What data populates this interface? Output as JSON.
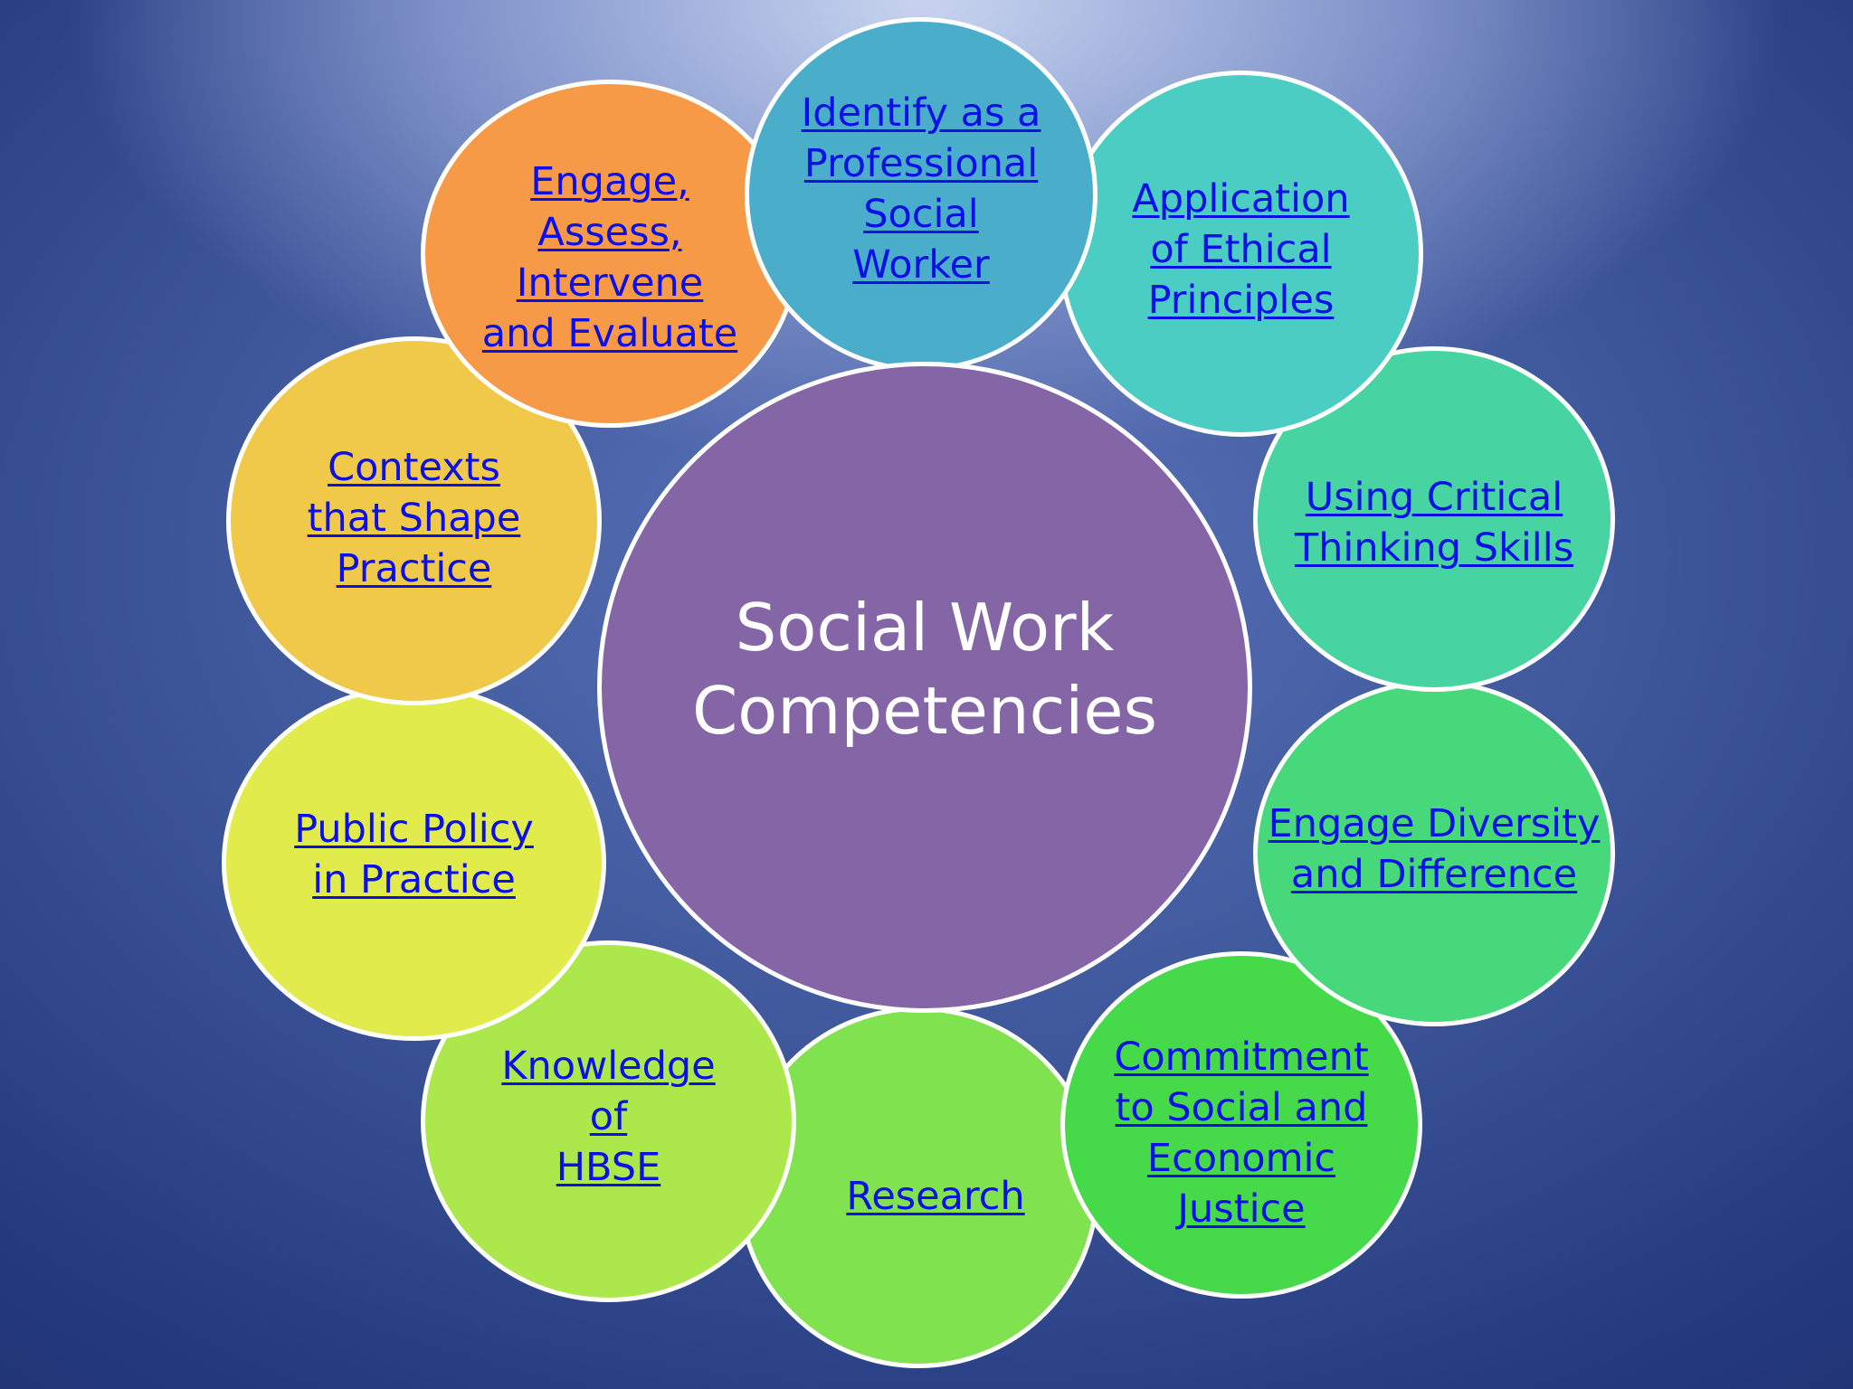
{
  "center": {
    "title": "Social Work\nCompetencies",
    "color": "#8466a6"
  },
  "competencies": [
    {
      "id": "identify",
      "label": "Identify as a\nProfessional\nSocial\nWorker",
      "color": "#4aaecb"
    },
    {
      "id": "ethics",
      "label": "Application\nof Ethical\nPrinciples",
      "color": "#4ccdc4"
    },
    {
      "id": "critical-thinking",
      "label": "Using Critical \nThinking Skills",
      "color": "#47d4a2"
    },
    {
      "id": "diversity",
      "label": "Engage Diversity \nand Difference",
      "color": "#46d87a"
    },
    {
      "id": "justice",
      "label": "Commitment \nto Social and \nEconomic \nJustice",
      "color": "#46da4a"
    },
    {
      "id": "research",
      "label": "Research",
      "color": "#80e24e"
    },
    {
      "id": "hbse",
      "label": "Knowledge \nof \nHBSE",
      "color": "#ace84c"
    },
    {
      "id": "public-policy",
      "label": "Public Policy\nin Practice",
      "color": "#e1ec4c"
    },
    {
      "id": "contexts",
      "label": "Contexts\nthat Shape\nPractice",
      "color": "#f1c94a"
    },
    {
      "id": "engage-assess",
      "label": "Engage,\nAssess,\nIntervene\nand Evaluate",
      "color": "#f69a48"
    }
  ]
}
